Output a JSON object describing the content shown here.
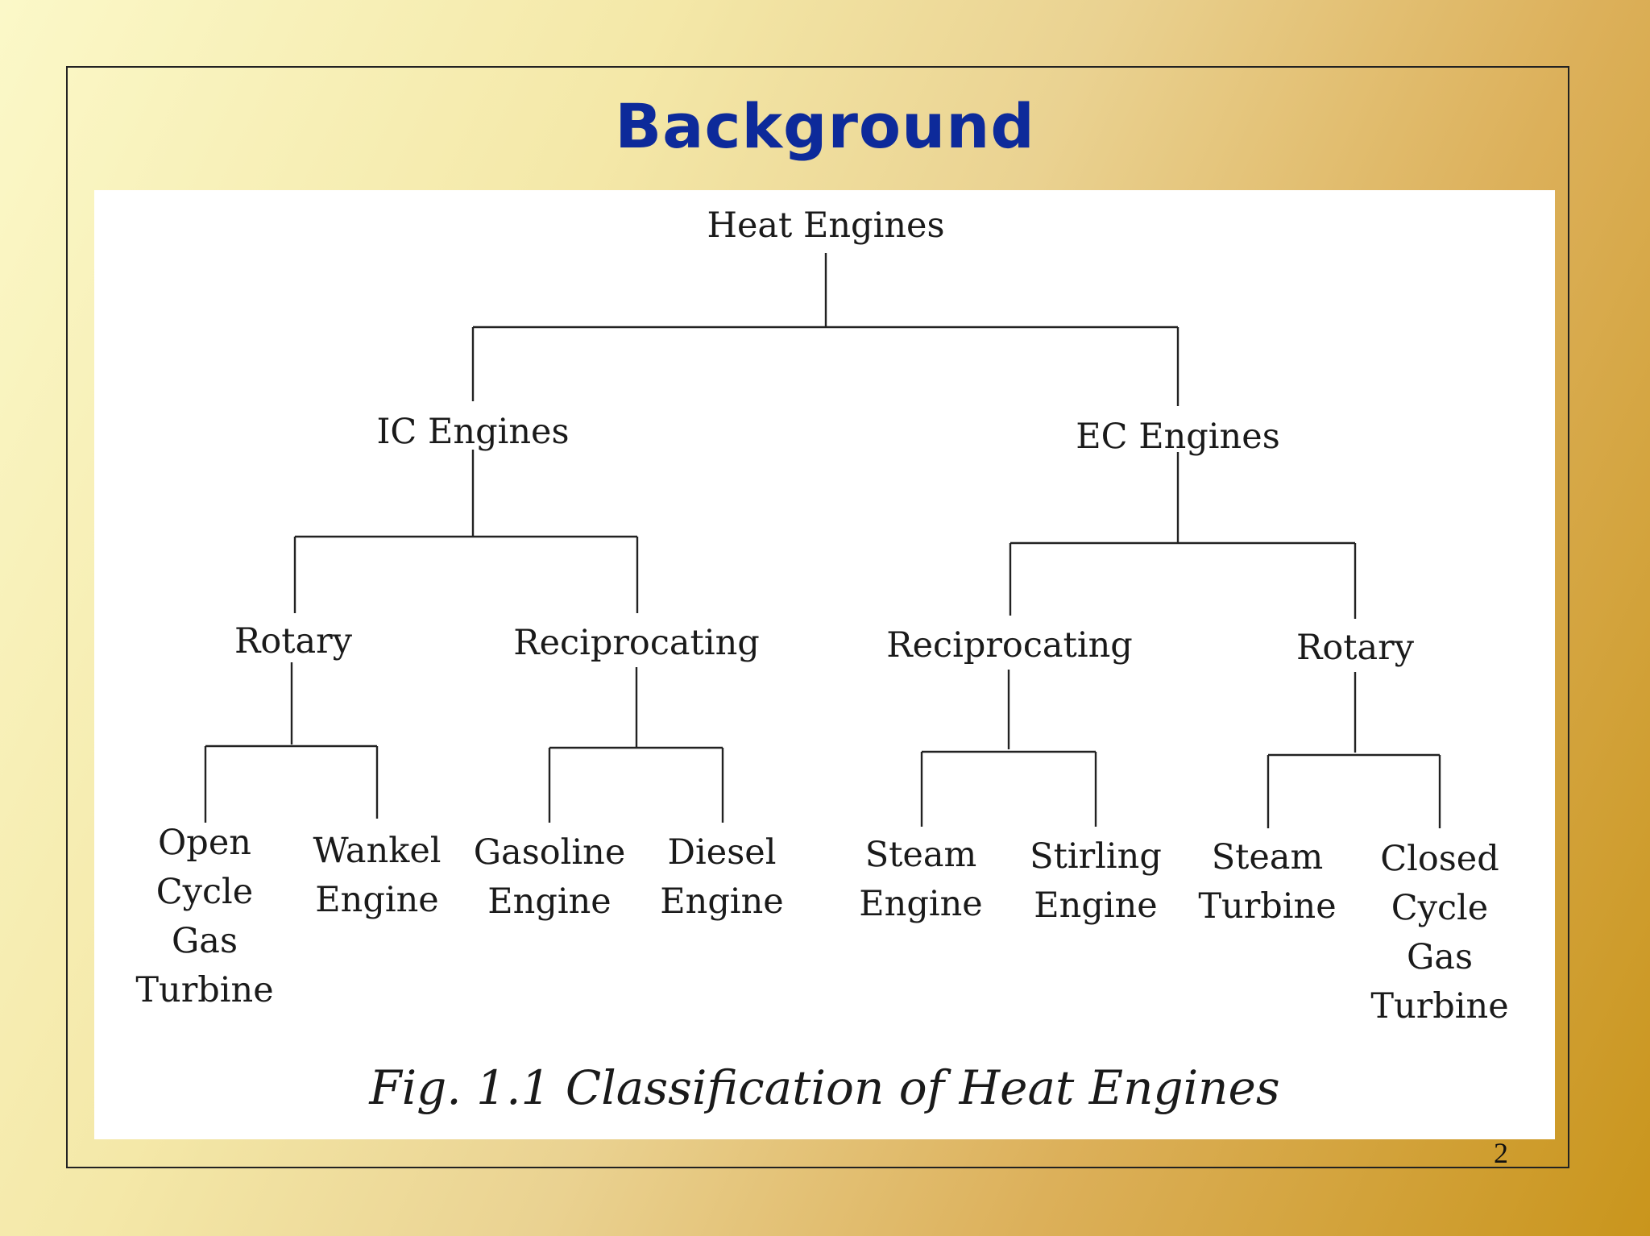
{
  "slide": {
    "title": "Background",
    "page_number": "2"
  },
  "diagram": {
    "caption": "Fig. 1.1  Classification of Heat Engines",
    "root": {
      "label": "Heat Engines"
    },
    "level1": [
      {
        "label": "IC Engines"
      },
      {
        "label": "EC Engines"
      }
    ],
    "level2": [
      {
        "label": "Rotary"
      },
      {
        "label": "Reciprocating"
      },
      {
        "label": "Reciprocating"
      },
      {
        "label": "Rotary"
      }
    ],
    "leaves": [
      {
        "lines": [
          "Open",
          "Cycle",
          "Gas",
          "Turbine"
        ]
      },
      {
        "lines": [
          "Wankel",
          "Engine"
        ]
      },
      {
        "lines": [
          "Gasoline",
          "Engine"
        ]
      },
      {
        "lines": [
          "Diesel",
          "Engine"
        ]
      },
      {
        "lines": [
          "Steam",
          "Engine"
        ]
      },
      {
        "lines": [
          "Stirling",
          "Engine"
        ]
      },
      {
        "lines": [
          "Steam",
          "Turbine"
        ]
      },
      {
        "lines": [
          "Closed",
          "Cycle",
          "Gas",
          "Turbine"
        ]
      }
    ]
  }
}
